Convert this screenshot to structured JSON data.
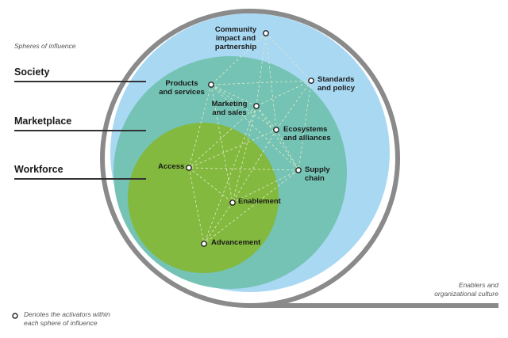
{
  "title": "Spheres of influence",
  "spheres": [
    {
      "label": "Society",
      "color": "#a9d8f3"
    },
    {
      "label": "Marketplace",
      "color": "#74c3b4"
    },
    {
      "label": "Workforce",
      "color": "#83b93e"
    }
  ],
  "outer_ring_color": "#8a8a8a",
  "activators": [
    {
      "id": "community",
      "lines": [
        "Community",
        "impact and",
        "partnership"
      ]
    },
    {
      "id": "standards",
      "lines": [
        "Standards",
        "and policy"
      ]
    },
    {
      "id": "products",
      "lines": [
        "Products",
        "and services"
      ]
    },
    {
      "id": "marketing",
      "lines": [
        "Marketing",
        "and sales"
      ]
    },
    {
      "id": "ecosystems",
      "lines": [
        "Ecosystems",
        "and alliances"
      ]
    },
    {
      "id": "supply",
      "lines": [
        "Supply",
        "chain"
      ]
    },
    {
      "id": "access",
      "lines": [
        "Access"
      ]
    },
    {
      "id": "enablement",
      "lines": [
        "Enablement"
      ]
    },
    {
      "id": "advancement",
      "lines": [
        "Advancement"
      ]
    }
  ],
  "enablers": {
    "line1": "Enablers and",
    "line2": "organizational culture"
  },
  "legend": {
    "line1": "Denotes the activators within",
    "line2": "each sphere of influence"
  }
}
